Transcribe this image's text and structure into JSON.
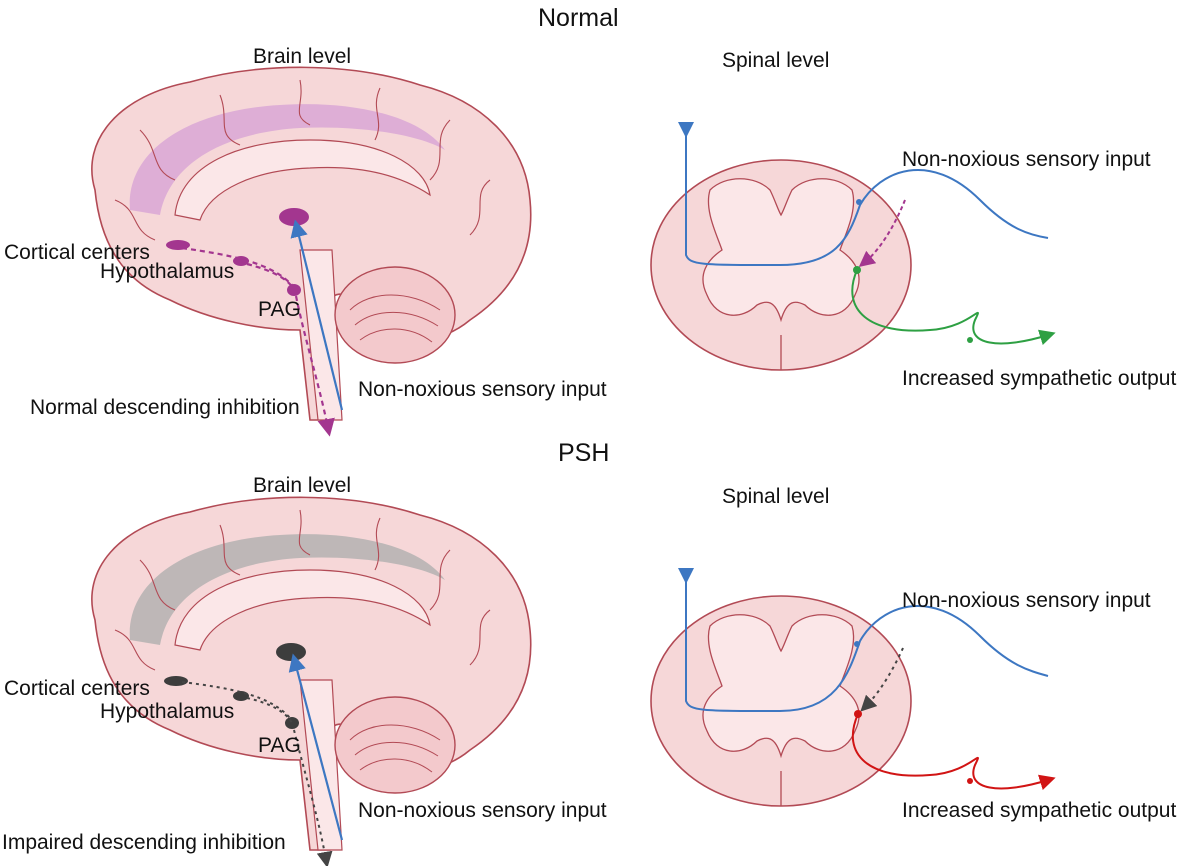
{
  "panels": {
    "normal": {
      "title": "Normal",
      "brain_heading": "Brain level",
      "spinal_heading": "Spinal level",
      "brain_labels": {
        "cortical": "Cortical centers",
        "hypothalamus": "Hypothalamus",
        "pag": "PAG",
        "sensory": "Non-noxious sensory input",
        "descending": "Normal descending inhibition"
      },
      "spinal_labels": {
        "sensory": "Non-noxious sensory input",
        "output": "Increased sympathetic output"
      }
    },
    "psh": {
      "title": "PSH",
      "brain_heading": "Brain level",
      "spinal_heading": "Spinal level",
      "brain_labels": {
        "cortical": "Cortical centers",
        "hypothalamus": "Hypothalamus",
        "pag": "PAG",
        "sensory": "Non-noxious sensory input",
        "descending": "Impaired descending inhibition"
      },
      "spinal_labels": {
        "sensory": "Non-noxious sensory input",
        "output": "Increased sympathetic output"
      }
    }
  },
  "colors": {
    "brain_fill": "#f6d7d8",
    "brain_outline": "#b24a55",
    "normal_nuclei": "#a3368f",
    "normal_limbic": "#d9a7d6",
    "psh_nuclei": "#3d3d3d",
    "psh_limbic": "#b8b4b4",
    "sensory_arrow": "#3d77c2",
    "normal_output": "#2ea043",
    "psh_output": "#d11414",
    "psh_descending": "#444444"
  }
}
